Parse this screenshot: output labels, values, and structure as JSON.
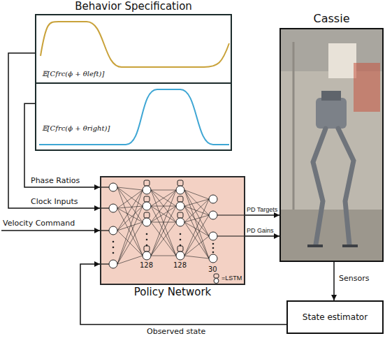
{
  "diagram": {
    "nodes": [
      {
        "text": [
          "Behavior Specification"
        ]
      },
      {
        "text": [
          "𝔼[Cfrc(ϕ + θleft)]"
        ],
        "in": 0
      },
      {
        "text": [
          "𝔼[Cfrc(ϕ + θright)]"
        ],
        "in": 0
      },
      {
        "text": [
          "Cassie"
        ]
      },
      {
        "text": [
          "Policy Network"
        ]
      },
      {
        "text": [
          "State estimator"
        ]
      }
    ],
    "edges": [
      {
        "from": 2,
        "to": 4,
        "label": "Phase Ratios",
        "arrow": "to"
      },
      {
        "from": 1,
        "to": 4,
        "label": "Clock Inputs",
        "arrow": "to"
      },
      {
        "from": 4,
        "to": 3,
        "label": "PD Targets",
        "arrow": "to"
      },
      {
        "from": 4,
        "to": 3,
        "label": "PD Gains",
        "arrow": "to"
      },
      {
        "from": 3,
        "to": 5,
        "label": "Sensors",
        "arrow": "to"
      },
      {
        "from": 5,
        "to": 4,
        "label": "Observed state",
        "arrow": "to"
      }
    ],
    "labels": [
      "128",
      "128",
      "30",
      "=LSTM",
      "Velocity Command"
    ]
  }
}
